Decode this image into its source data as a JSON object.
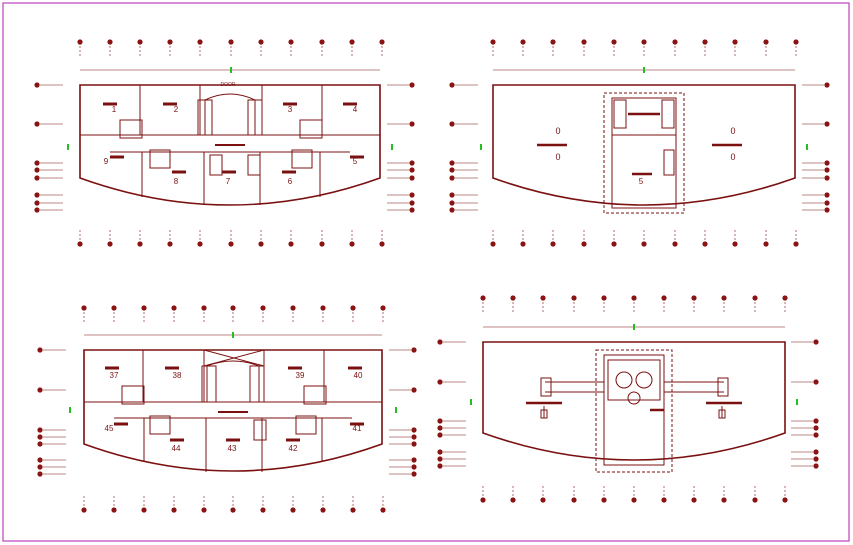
{
  "colors": {
    "border": "#c040c0",
    "line": "#7a1010",
    "bubble": "#8a1414",
    "grid_mark": "#22c022",
    "background": "#ffffff"
  },
  "plans": [
    {
      "name": "plan-top-left",
      "kind": "apartment-floor",
      "rooms": [
        {
          "label": "1"
        },
        {
          "label": "2"
        },
        {
          "label": "3"
        },
        {
          "label": "4"
        },
        {
          "label": "9"
        },
        {
          "label": "8"
        },
        {
          "label": "7"
        },
        {
          "label": "6"
        },
        {
          "label": "5"
        }
      ]
    },
    {
      "name": "plan-top-right",
      "kind": "open-floor",
      "rooms": [
        {
          "label": "0"
        },
        {
          "label": "0"
        },
        {
          "label": "0"
        },
        {
          "label": "0"
        },
        {
          "label": "5"
        }
      ]
    },
    {
      "name": "plan-bottom-left",
      "kind": "apartment-floor",
      "rooms": [
        {
          "label": "37"
        },
        {
          "label": "38"
        },
        {
          "label": "39"
        },
        {
          "label": "40"
        },
        {
          "label": "45"
        },
        {
          "label": "44"
        },
        {
          "label": "43"
        },
        {
          "label": "42"
        },
        {
          "label": "41"
        }
      ]
    },
    {
      "name": "plan-bottom-right",
      "kind": "roof-floor",
      "rooms": []
    }
  ]
}
